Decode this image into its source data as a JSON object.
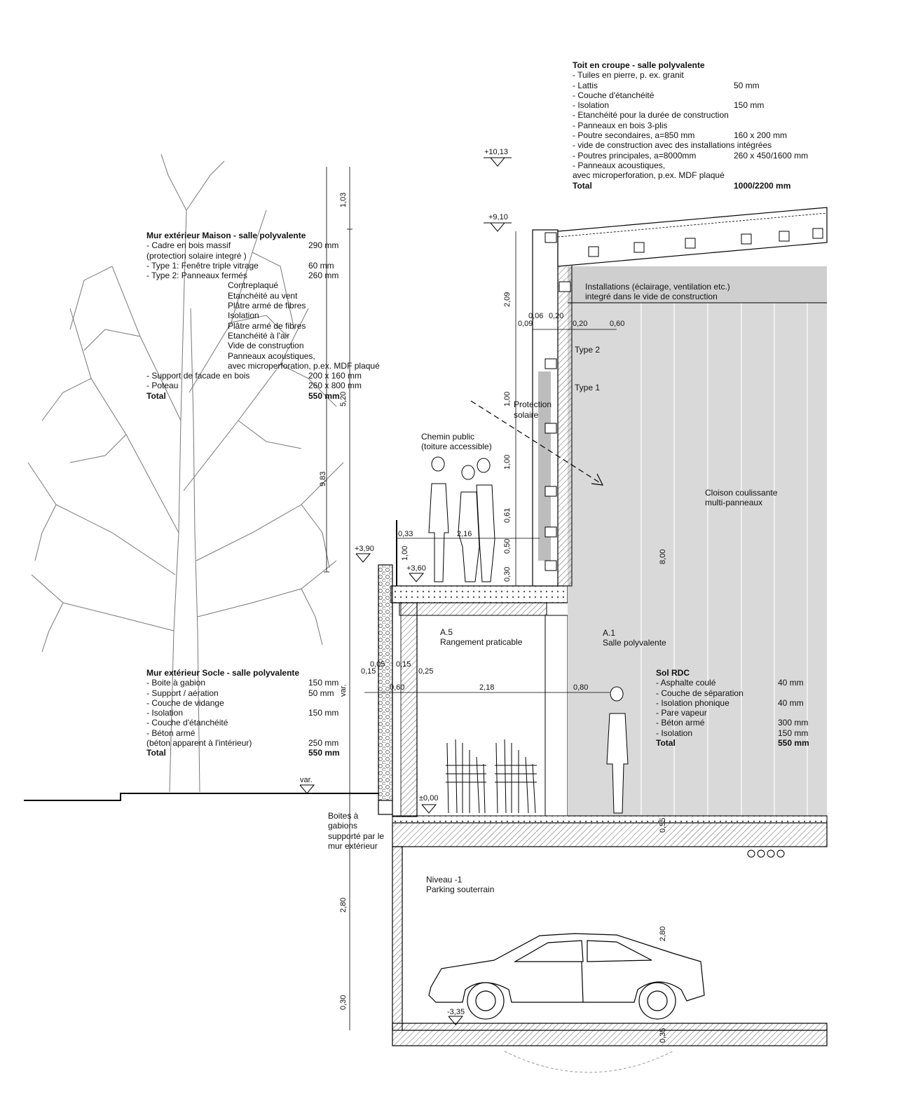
{
  "roof_spec": {
    "title": "Toit en croupe - salle polyvalente",
    "rows": [
      {
        "item": "- Tuiles en pierre, p. ex. granit",
        "value": ""
      },
      {
        "item": "- Lattis",
        "value": "50 mm"
      },
      {
        "item": "- Couche d'étanchéité",
        "value": ""
      },
      {
        "item": "- Isolation",
        "value": "150 mm"
      },
      {
        "item": "- Etanchéité pour la durée de construction",
        "value": ""
      },
      {
        "item": "- Panneaux en bois 3-plis",
        "value": ""
      },
      {
        "item": "- Poutre secondaires, a=850 mm",
        "value": "160 x 200 mm"
      },
      {
        "item": "- vide de construction avec des installations intégrées",
        "value": ""
      },
      {
        "item": "- Poutres principales, a=8000mm",
        "value": "260 x 450/1600 mm"
      },
      {
        "item": "- Panneaux acoustiques,",
        "value": ""
      },
      {
        "item": "avec microperforation, p.ex. MDF plaqué",
        "value": ""
      }
    ],
    "total_label": "Total",
    "total_value": "1000/2200 mm"
  },
  "wall_spec": {
    "title": "Mur extérieur Maison - salle polyvalente",
    "rows": [
      {
        "item": "- Cadre en bois massif",
        "value": "290 mm"
      },
      {
        "item": "(protection solaire integré )",
        "value": ""
      },
      {
        "item": "- Type 1:   Fenêtre triple vitrage",
        "value": "60 mm"
      },
      {
        "item": "- Type 2:   Panneaux fermés",
        "value": "260 mm"
      }
    ],
    "layers": [
      "Contreplaqué",
      "Etanchéité au vent",
      "Plâtre armé de fibres",
      "Isolation",
      "Plâtre armé de fibres",
      "Etanchéité à l'air",
      "Vide de construction",
      "Panneaux acoustiques,",
      "avec microperforation, p.ex. MDF plaqué"
    ],
    "rows2": [
      {
        "item": "- Support de facade en bois",
        "value": "200 x 160 mm"
      },
      {
        "item": "- Poteau",
        "value": "260 x 800 mm"
      }
    ],
    "total_label": "Total",
    "total_value": "550 mm"
  },
  "socle_spec": {
    "title": "Mur extérieur Socle - salle polyvalente",
    "rows": [
      {
        "item": "- Boite à gabion",
        "value": "150 mm"
      },
      {
        "item": "- Support  / aération",
        "value": "50 mm"
      },
      {
        "item": "- Couche de vidange",
        "value": ""
      },
      {
        "item": "- Isolation",
        "value": "150 mm"
      },
      {
        "item": "- Couche d'étanchéité",
        "value": ""
      },
      {
        "item": "- Béton armé",
        "value": ""
      },
      {
        "item": "(béton apparent à l'intérieur)",
        "value": "250 mm"
      }
    ],
    "total_label": "Total",
    "total_value": "550 mm"
  },
  "floor_spec": {
    "title": "Sol RDC",
    "rows": [
      {
        "item": "- Asphalte coulé",
        "value": "40 mm"
      },
      {
        "item": "- Couche de séparation",
        "value": ""
      },
      {
        "item": "- Isolation phonique",
        "value": "40 mm"
      },
      {
        "item": "- Pare vapeur",
        "value": ""
      },
      {
        "item": "- Béton armé",
        "value": "300 mm"
      },
      {
        "item": "- Isolation",
        "value": "150 mm"
      }
    ],
    "total_label": "Total",
    "total_value": "550 mm"
  },
  "labels": {
    "installations_1": "Installations (éclairage, ventilation etc.)",
    "installations_2": "integré dans le vide de construction",
    "type2": "Type 2",
    "type1": "Type 1",
    "protection_1": "Protection",
    "protection_2": "solaire",
    "chemin_1": "Chemin public",
    "chemin_2": "(toiture accessible)",
    "cloison_1": "Cloison coulissante",
    "cloison_2": "multi-panneaux",
    "a5_1": "A.5",
    "a5_2": "Rangement praticable",
    "a1_1": "A.1",
    "a1_2": "Salle polyvalente",
    "gabion_1": "Boites à",
    "gabion_2": "gabions",
    "gabion_3": "supporté par le",
    "gabion_4": "mur extérieur",
    "niveau_1": "Niveau -1",
    "niveau_2": "Parking souterrain"
  },
  "levels": {
    "l1013": "+10,13",
    "l910": "+9,10",
    "l390": "+3,90",
    "l360": "+3,60",
    "l000": "±0,00",
    "l335": "-3,35",
    "var": "var."
  },
  "dimensions": {
    "d006": "0,06",
    "d020a": "0,20",
    "d009": "0,09",
    "d020b": "0,20",
    "d060": "0,60",
    "d033": "0,33",
    "d216": "2,16",
    "d005": "0,05",
    "d015a": "0,15",
    "d015b": "0,15",
    "d025": "0,25",
    "d060b": "0,60",
    "d218": "2,18",
    "d080": "0,80",
    "v103": "1,03",
    "v520": "5,20",
    "v983": "9,83",
    "var_v": "var.",
    "v280a": "2,80",
    "v030a": "0,30",
    "v209": "2,09",
    "v100a": "1,00",
    "v100b": "1,00",
    "v061": "0,61",
    "v050": "0,50",
    "v030b": "0,30",
    "v100c": "1,00",
    "v800": "8,00",
    "v055": "0,55",
    "v280b": "2,80",
    "v035": "0,35"
  }
}
